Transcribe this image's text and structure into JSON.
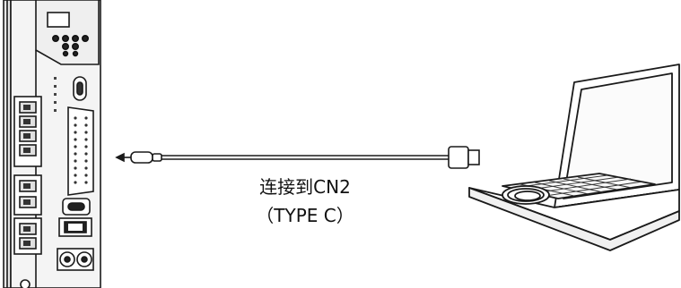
{
  "diagram": {
    "caption": {
      "line1": "连接到CN2",
      "line2": "（TYPE C）"
    },
    "components": {
      "servo_drive": "servo-drive",
      "usb_cable": "usb-type-c-cable",
      "laptop": "laptop-computer"
    },
    "colors": {
      "stroke": "#1a1a1a",
      "panel": "#f4f4f4",
      "background": "#ffffff"
    }
  }
}
